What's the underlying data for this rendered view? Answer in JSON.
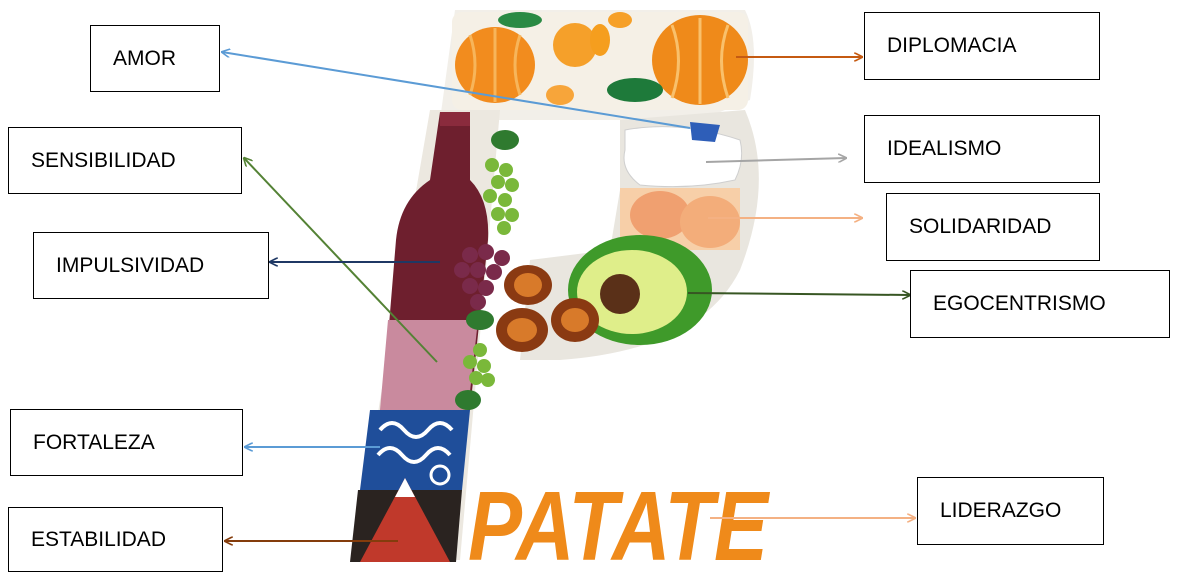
{
  "labels": {
    "amor": "AMOR",
    "sensibilidad": "SENSIBILIDAD",
    "impulsividad": "IMPULSIVIDAD",
    "fortaleza": "FORTALEZA",
    "estabilidad": "ESTABILIDAD",
    "diplomacia": "DIPLOMACIA",
    "idealismo": "IDEALISMO",
    "solidaridad": "SOLIDARIDAD",
    "egocentrismo": "EGOCENTRISMO",
    "liderazgo": "LIDERAZGO"
  },
  "logo": {
    "wordmark": "PATATE"
  },
  "arrow_colors": {
    "amor": "#5b9bd5",
    "sensibilidad": "#548235",
    "impulsividad": "#1f3864",
    "fortaleza": "#5b9bd5",
    "estabilidad": "#843c0c",
    "diplomacia": "#c55a11",
    "idealismo": "#a5a5a5",
    "solidaridad": "#f4b183",
    "egocentrismo": "#375623",
    "liderazgo": "#f4b183"
  }
}
